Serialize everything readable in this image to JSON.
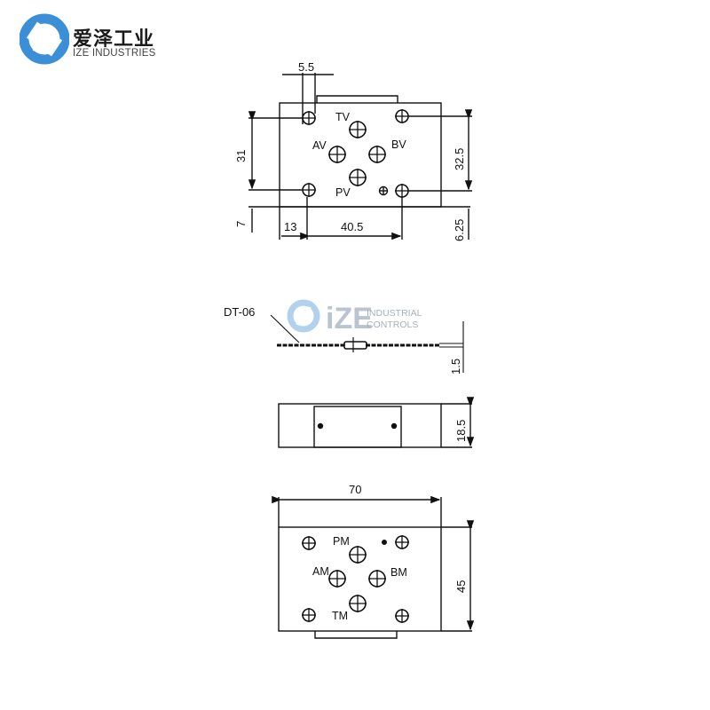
{
  "logo": {
    "name_cn": "爱泽工业",
    "name_en": "IZE INDUSTRIES",
    "icon": "ize-logo-icon",
    "color": "#3b8fd6"
  },
  "watermark": {
    "brand": "iZE",
    "line1": "INDUSTRIAL",
    "line2": "CONTROLS",
    "color": "#b9c4cf"
  },
  "top_view": {
    "ports": [
      "TV",
      "AV",
      "BV",
      "PV"
    ],
    "dimensions": {
      "hole_width": "5.5",
      "vertical_left": "31",
      "vertical_right": "32.5",
      "bottom_left": "7",
      "bottom_right": "6.25",
      "horizontal_1": "13",
      "horizontal_2": "40.5"
    }
  },
  "gasket_view": {
    "label": "DT-06",
    "thickness": "1.5"
  },
  "side_view": {
    "height": "18.5"
  },
  "bottom_view": {
    "ports": [
      "PM",
      "AM",
      "BM",
      "TM"
    ],
    "dimensions": {
      "width": "70",
      "height": "45"
    }
  }
}
